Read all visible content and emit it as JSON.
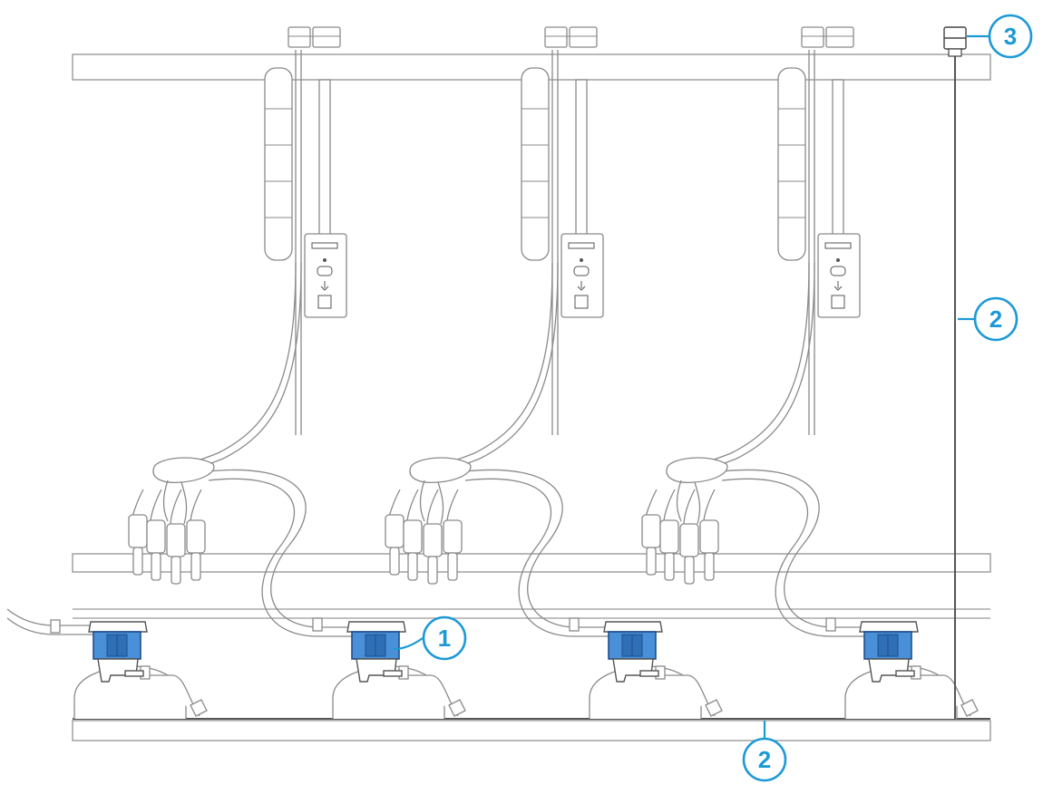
{
  "callouts": [
    {
      "number": "1",
      "part": "receiver-unit"
    },
    {
      "number": "2",
      "part": "cable"
    },
    {
      "number": "2",
      "part": "cable"
    },
    {
      "number": "3",
      "part": "connector"
    }
  ],
  "colors": {
    "accent": "#1c9ad6",
    "part_fill": "#4a90d9",
    "part_dark": "#1f4f8a",
    "line": "#8a8a8a",
    "line_dark": "#555555",
    "background": "#ffffff"
  },
  "stations": [
    {
      "name": "station-1"
    },
    {
      "name": "station-2"
    },
    {
      "name": "station-3"
    }
  ],
  "receivers": [
    {
      "name": "receiver-left",
      "highlighted": true
    },
    {
      "name": "receiver-1",
      "highlighted": true
    },
    {
      "name": "receiver-2",
      "highlighted": true
    },
    {
      "name": "receiver-3",
      "highlighted": true
    }
  ]
}
